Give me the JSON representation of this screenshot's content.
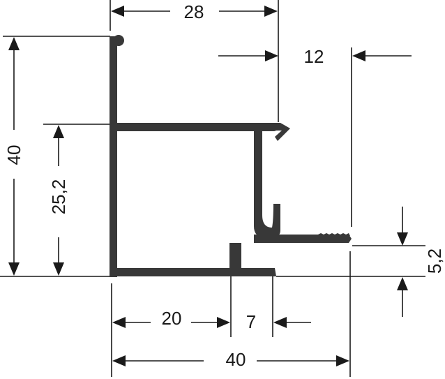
{
  "drawing": {
    "profile_color": "#383838",
    "line_color": "#1a1a1a",
    "background": "#ffffff"
  },
  "dimensions": {
    "top_width": "28",
    "lip_width": "12",
    "total_height": "40",
    "inner_height": "25,2",
    "step_height": "5,2",
    "base_width_left": "20",
    "base_width_right": "7",
    "total_width": "40"
  }
}
